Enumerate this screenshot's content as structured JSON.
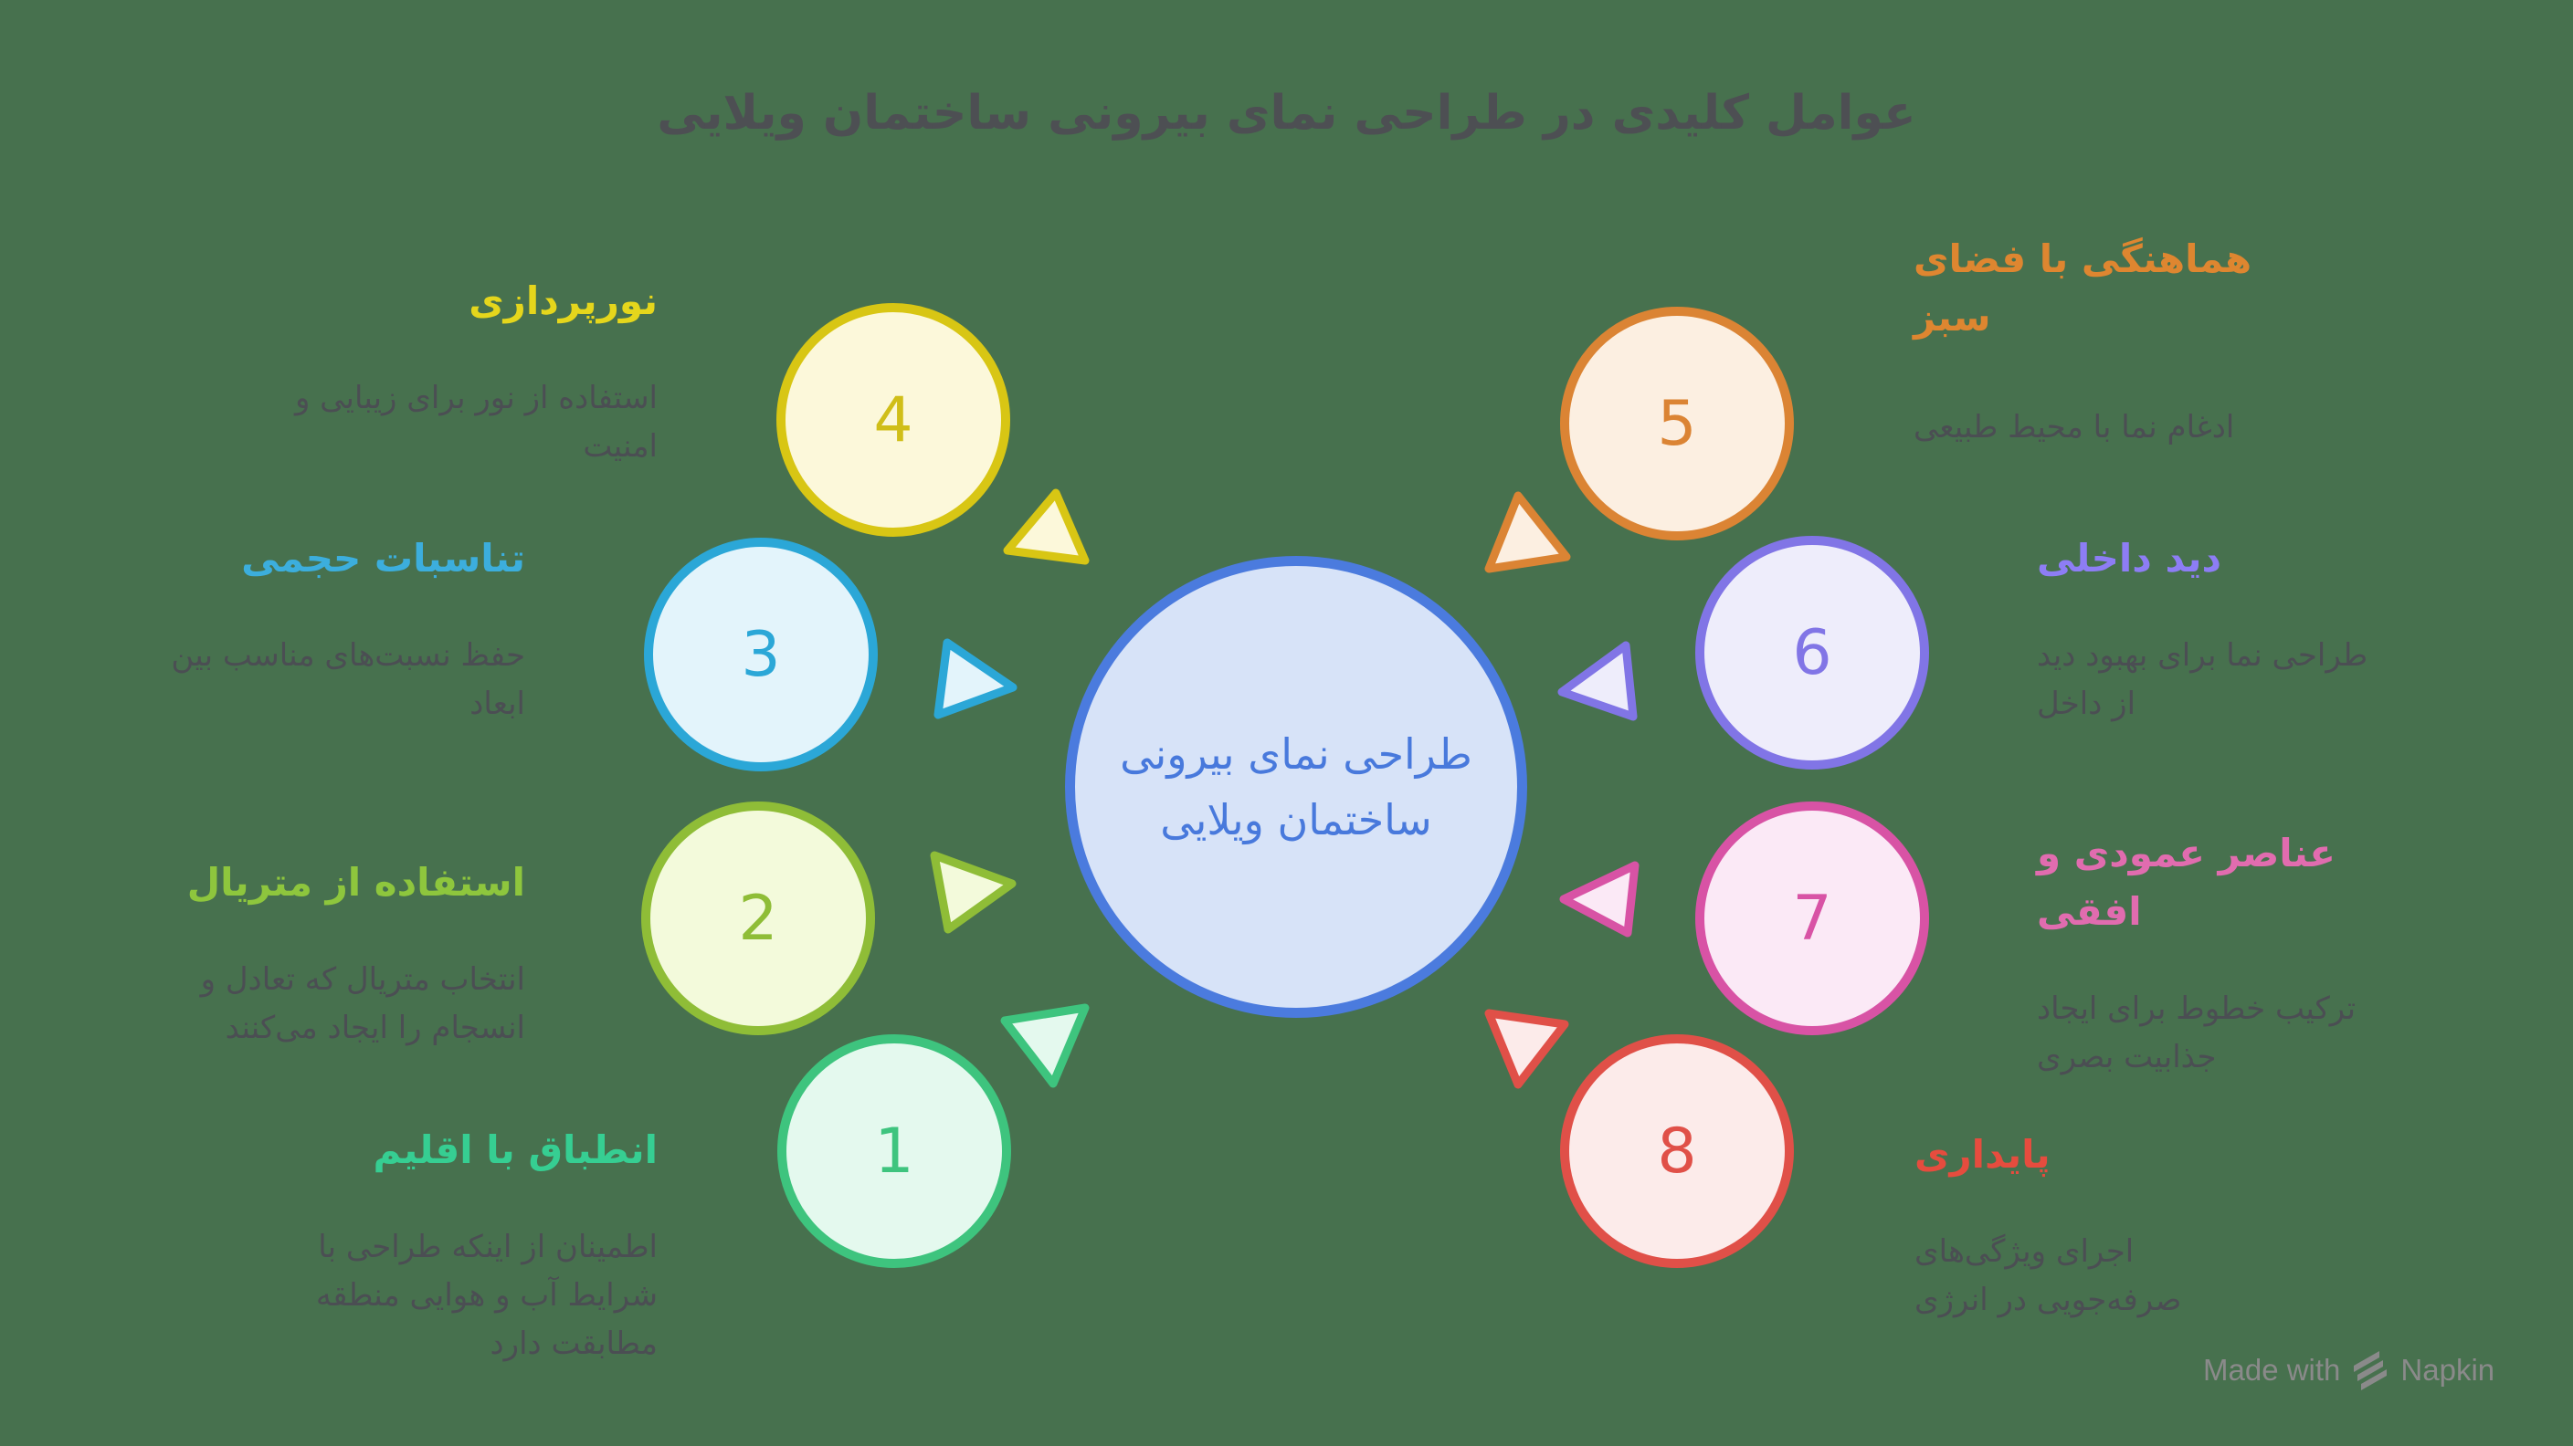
{
  "background_color": "#47714E",
  "title": {
    "text": "عوامل کلیدی در طراحی نمای بیرونی ساختمان ویلایی",
    "color": "#4D4F53"
  },
  "center": {
    "text": "طراحی نمای بیرونی\nساختمان ویلایی",
    "fill": "#D7E3F8",
    "stroke": "#4B7BDE",
    "text_color": "#4879DC"
  },
  "factors": [
    {
      "num": "1",
      "label": "انطباق با اقلیم",
      "desc": "اطمینان از اینکه طراحی با\nشرایط آب و هوایی منطقه\nمطابقت دارد",
      "accent": "#3EC47E",
      "fill": "#E4F9EE"
    },
    {
      "num": "2",
      "label": "استفاده از متریال",
      "desc": "انتخاب متریال که تعادل و\nانسجام را ایجاد می‌کنند",
      "accent": "#8FBD37",
      "fill": "#F3FADB"
    },
    {
      "num": "3",
      "label": "تناسبات حجمی",
      "desc": "حفظ نسبت‌های مناسب بین\nابعاد",
      "accent": "#2BA7D7",
      "fill": "#E3F4FB"
    },
    {
      "num": "4",
      "label": "نورپردازی",
      "desc": "استفاده از نور برای زیبایی و\nامنیت",
      "accent": "#D8C614",
      "fill": "#FCF8DA"
    },
    {
      "num": "5",
      "label": "هماهنگی با فضای\nسبز",
      "desc": "ادغام نما با محیط طبیعی",
      "accent": "#DB8434",
      "fill": "#FCEFE1"
    },
    {
      "num": "6",
      "label": "دید داخلی",
      "desc": "طراحی نما برای بهبود دید\nاز داخل",
      "accent": "#8175E6",
      "fill": "#EEEDFB"
    },
    {
      "num": "7",
      "label": "عناصر عمودی و\nافقی",
      "desc": "ترکیب خطوط برای ایجاد\nجذابیت بصری",
      "accent": "#D853A5",
      "fill": "#FBE9F6"
    },
    {
      "num": "8",
      "label": "پایداری",
      "desc": "اجرای ویژگی‌های\nصرفه‌جویی در انرژی",
      "accent": "#E05048",
      "fill": "#FCEBEA"
    }
  ],
  "watermark": {
    "made_with": "Made with",
    "brand": "Napkin",
    "color": "#8A8A8A"
  }
}
